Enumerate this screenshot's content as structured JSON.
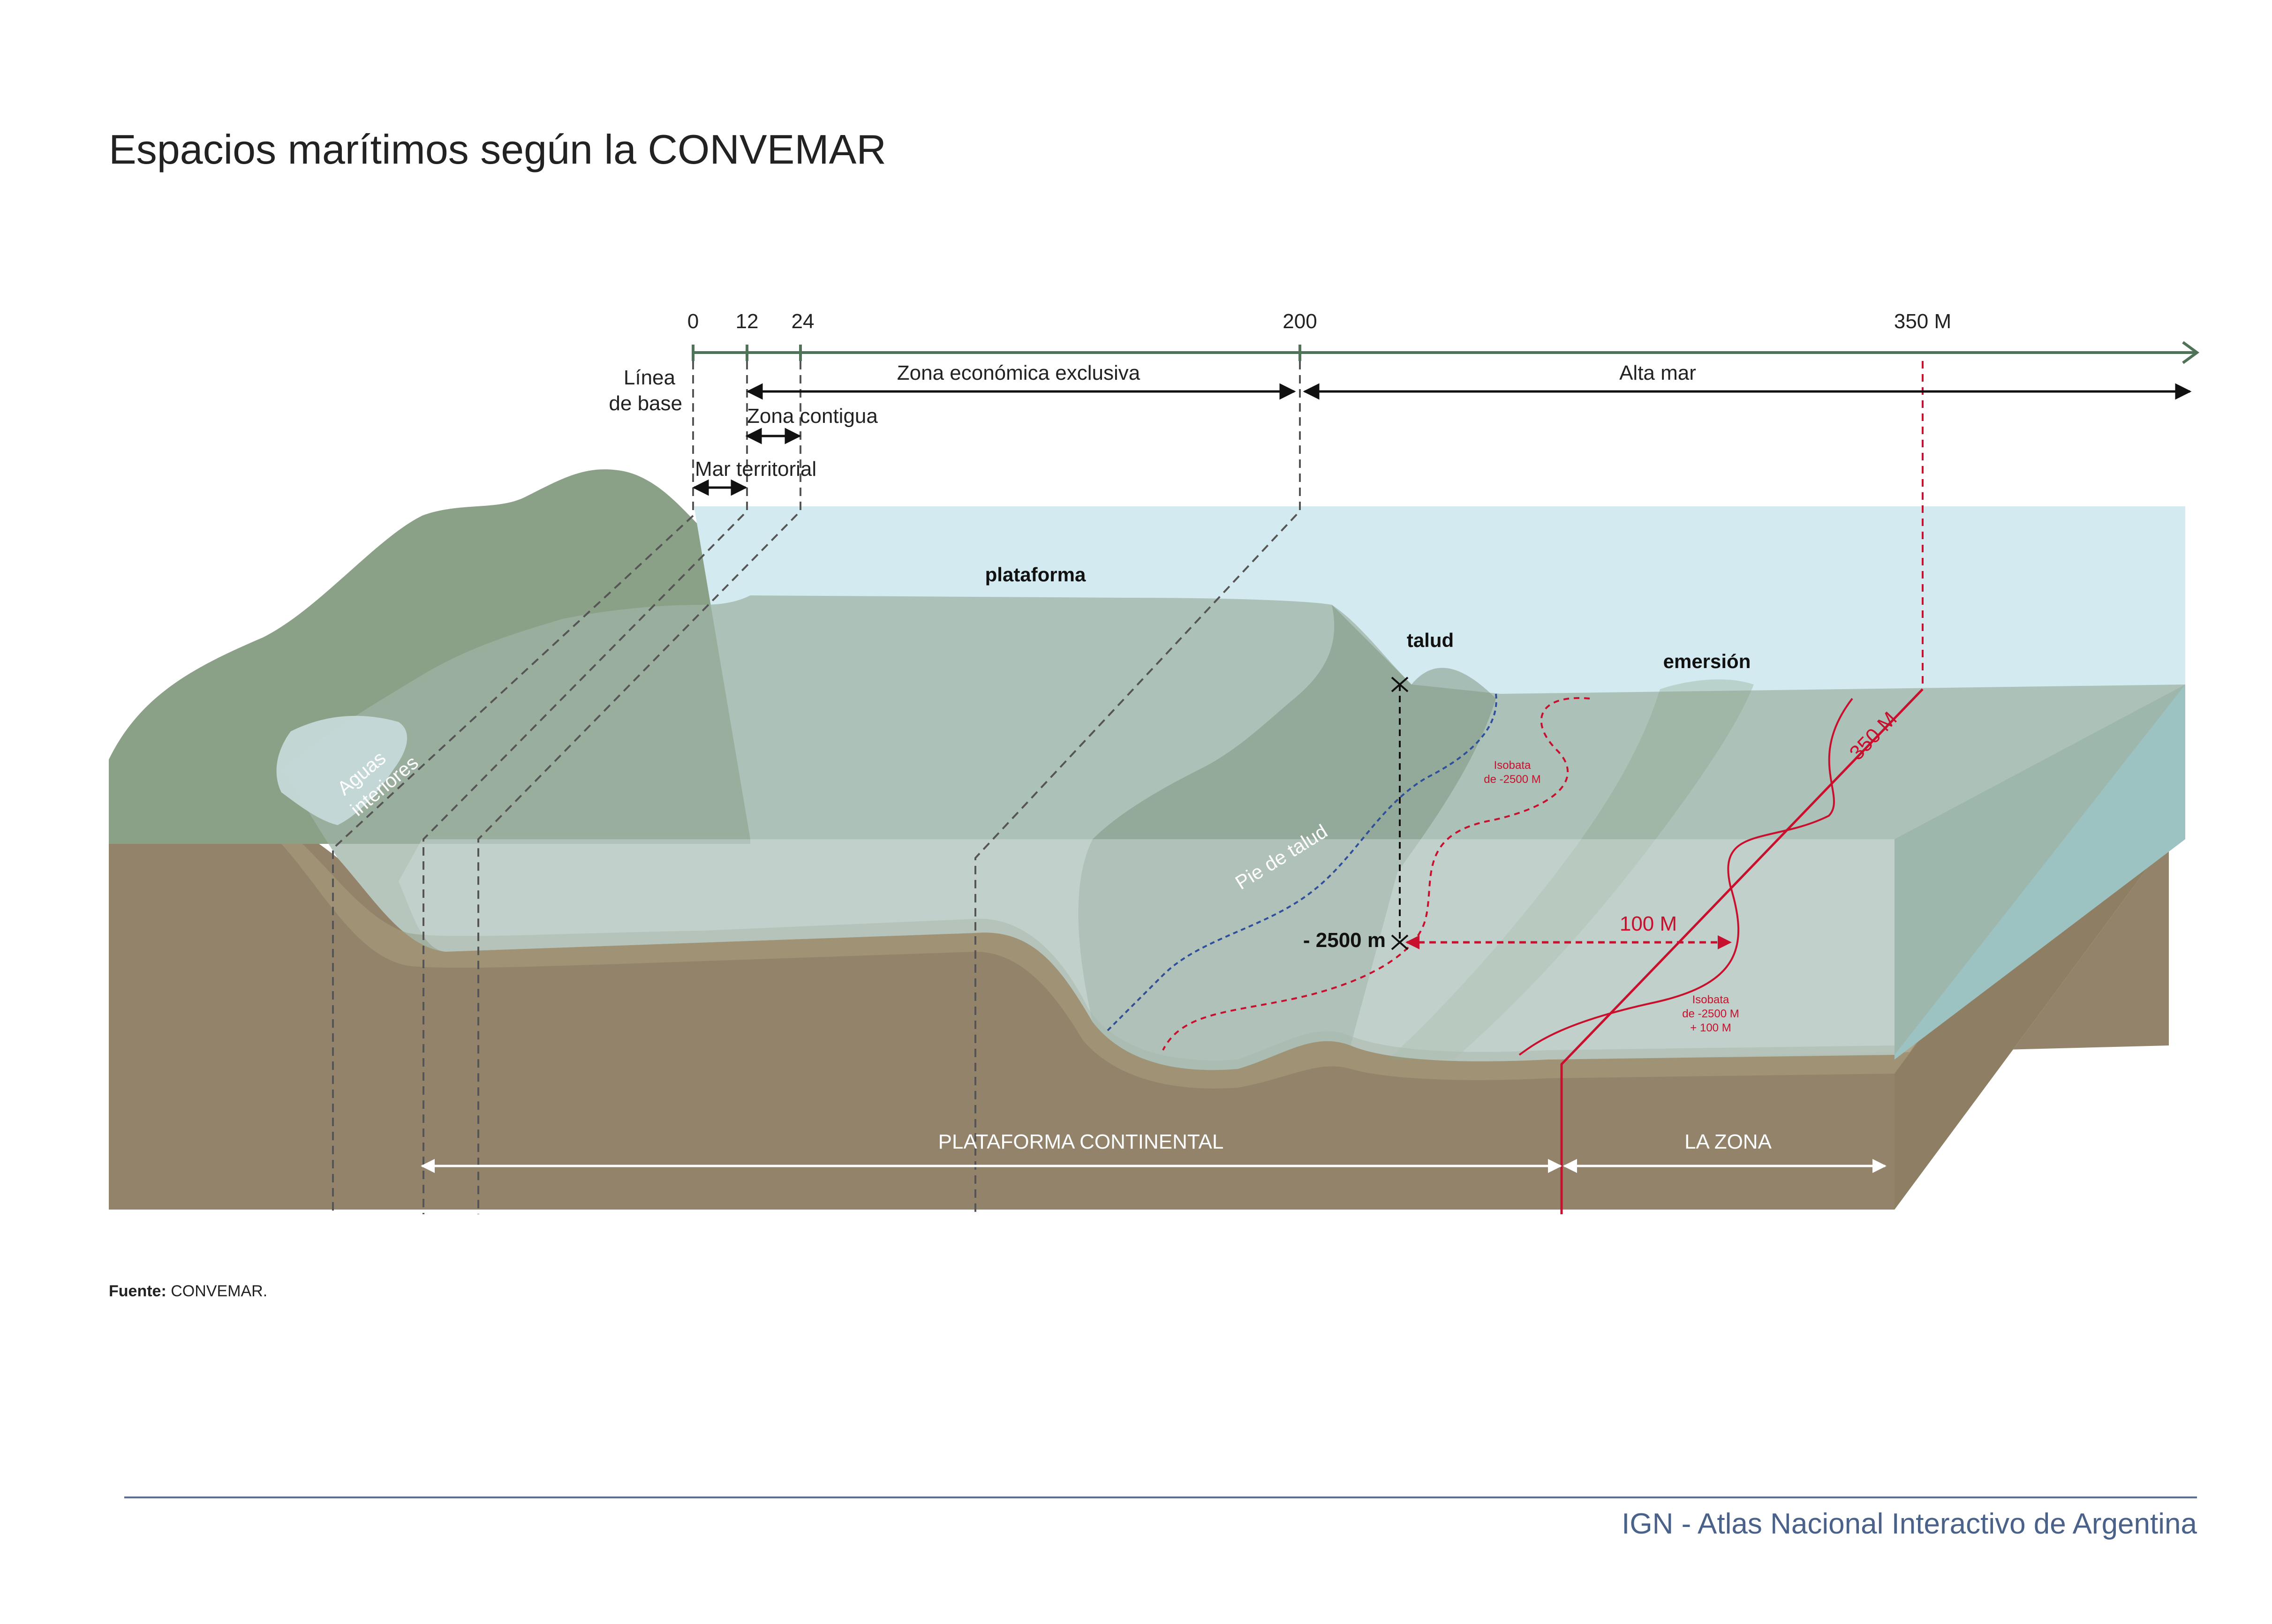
{
  "title": "Espacios marítimos según la CONVEMAR",
  "scale": {
    "ticks": [
      "0",
      "12",
      "24",
      "200",
      "350 M"
    ]
  },
  "labels": {
    "linea_base_1": "Línea",
    "linea_base_2": "de base",
    "zee": "Zona económica exclusiva",
    "alta_mar": "Alta mar",
    "zona_contigua": "Zona contigua",
    "mar_territorial": "Mar territorial",
    "plataforma": "plataforma",
    "talud": "talud",
    "emersion": "emersión",
    "aguas_1": "Aguas",
    "aguas_2": "interiores",
    "pie_talud": "Pie de talud",
    "isobata_1a": "Isobata",
    "isobata_1b": "de -2500 M",
    "isobata_2a": "Isobata",
    "isobata_2b": "de -2500 M",
    "isobata_2c": "+ 100 M",
    "m350": "350 M",
    "m100": "100 M",
    "depth": "- 2500 m",
    "plataforma_continental": "PLATAFORMA CONTINENTAL",
    "la_zona": "LA ZONA"
  },
  "source_label": "Fuente:",
  "source_text": " CONVEMAR.",
  "credit": "IGN - Atlas Nacional Interactivo de Argentina",
  "colors": {
    "sea": "#d3ebf0",
    "land": "#8aa187",
    "seabed": "#93836a",
    "red": "#c8102e",
    "axis": "#4f7356"
  }
}
